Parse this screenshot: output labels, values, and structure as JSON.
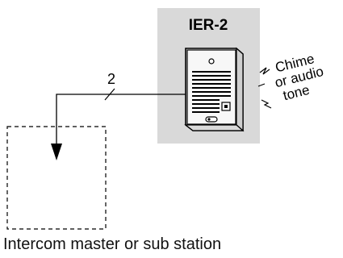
{
  "device": {
    "name": "IER-2",
    "sound_label_lines": [
      "Chime",
      "or audio",
      "tone"
    ]
  },
  "wire": {
    "conductor_count": "2"
  },
  "station": {
    "label": "Intercom master or sub station"
  },
  "colors": {
    "panel": "#d9d9d9",
    "device_body": "#f2f2f2",
    "line": "#000000"
  }
}
